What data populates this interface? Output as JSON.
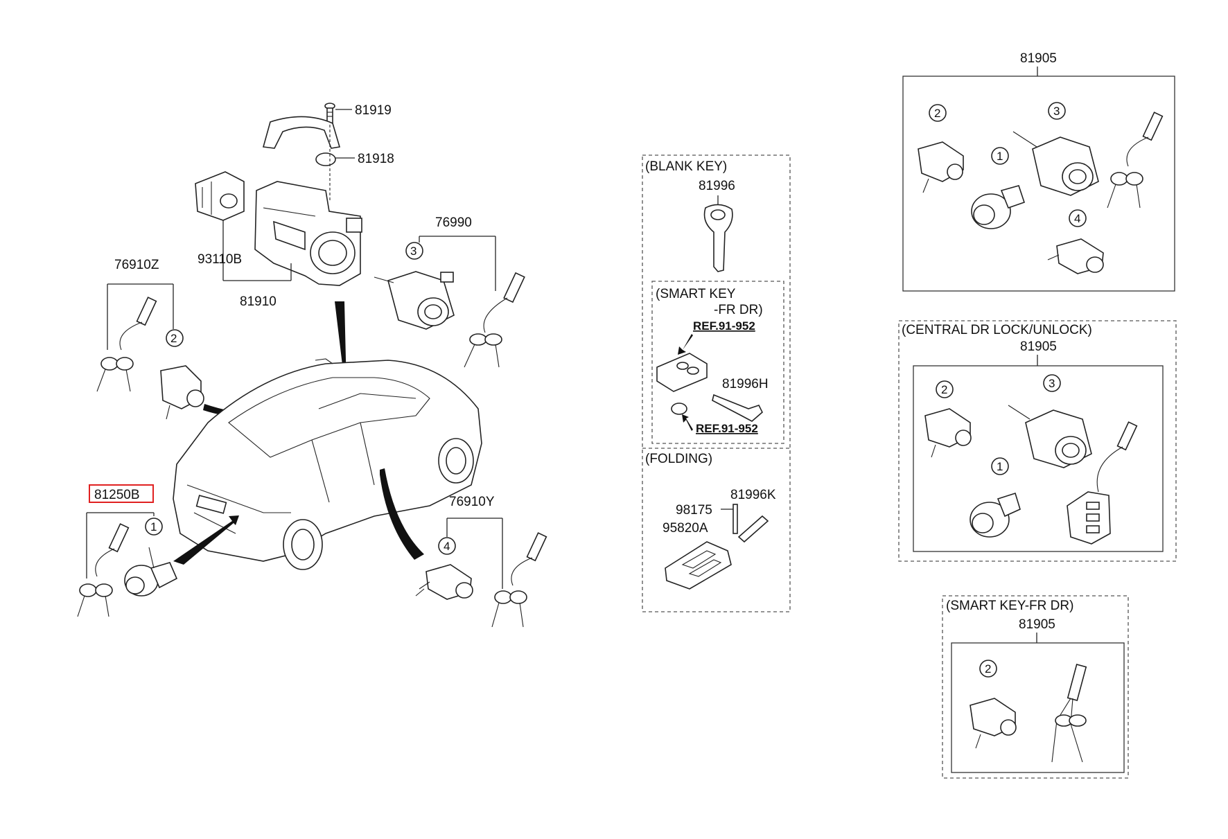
{
  "labels": {
    "p81919": "81919",
    "p81918": "81918",
    "p93110B": "93110B",
    "p81910": "81910",
    "p76990": "76990",
    "p76910Z": "76910Z",
    "p81250B": "81250B",
    "p76910Y": "76910Y",
    "p81996": "81996",
    "p81996H": "81996H",
    "p98175": "98175",
    "p81996K": "81996K",
    "p95820A": "95820A",
    "p81905_a": "81905",
    "p81905_b": "81905",
    "p81905_c": "81905"
  },
  "refs": {
    "ref1": "REF.91-952",
    "ref2": "REF.91-952"
  },
  "groups": {
    "blank_key": "(BLANK KEY)",
    "smart_key_line1": "(SMART KEY",
    "smart_key_line2": "-FR DR)",
    "folding": "(FOLDING)",
    "central_lock": "(CENTRAL DR LOCK/UNLOCK)",
    "smart_key_fr_dr": "(SMART KEY-FR DR)"
  },
  "callouts": {
    "c1": "1",
    "c2": "2",
    "c3": "3",
    "c4": "4"
  },
  "highlight": {
    "part": "81250B",
    "color": "#e02020"
  }
}
